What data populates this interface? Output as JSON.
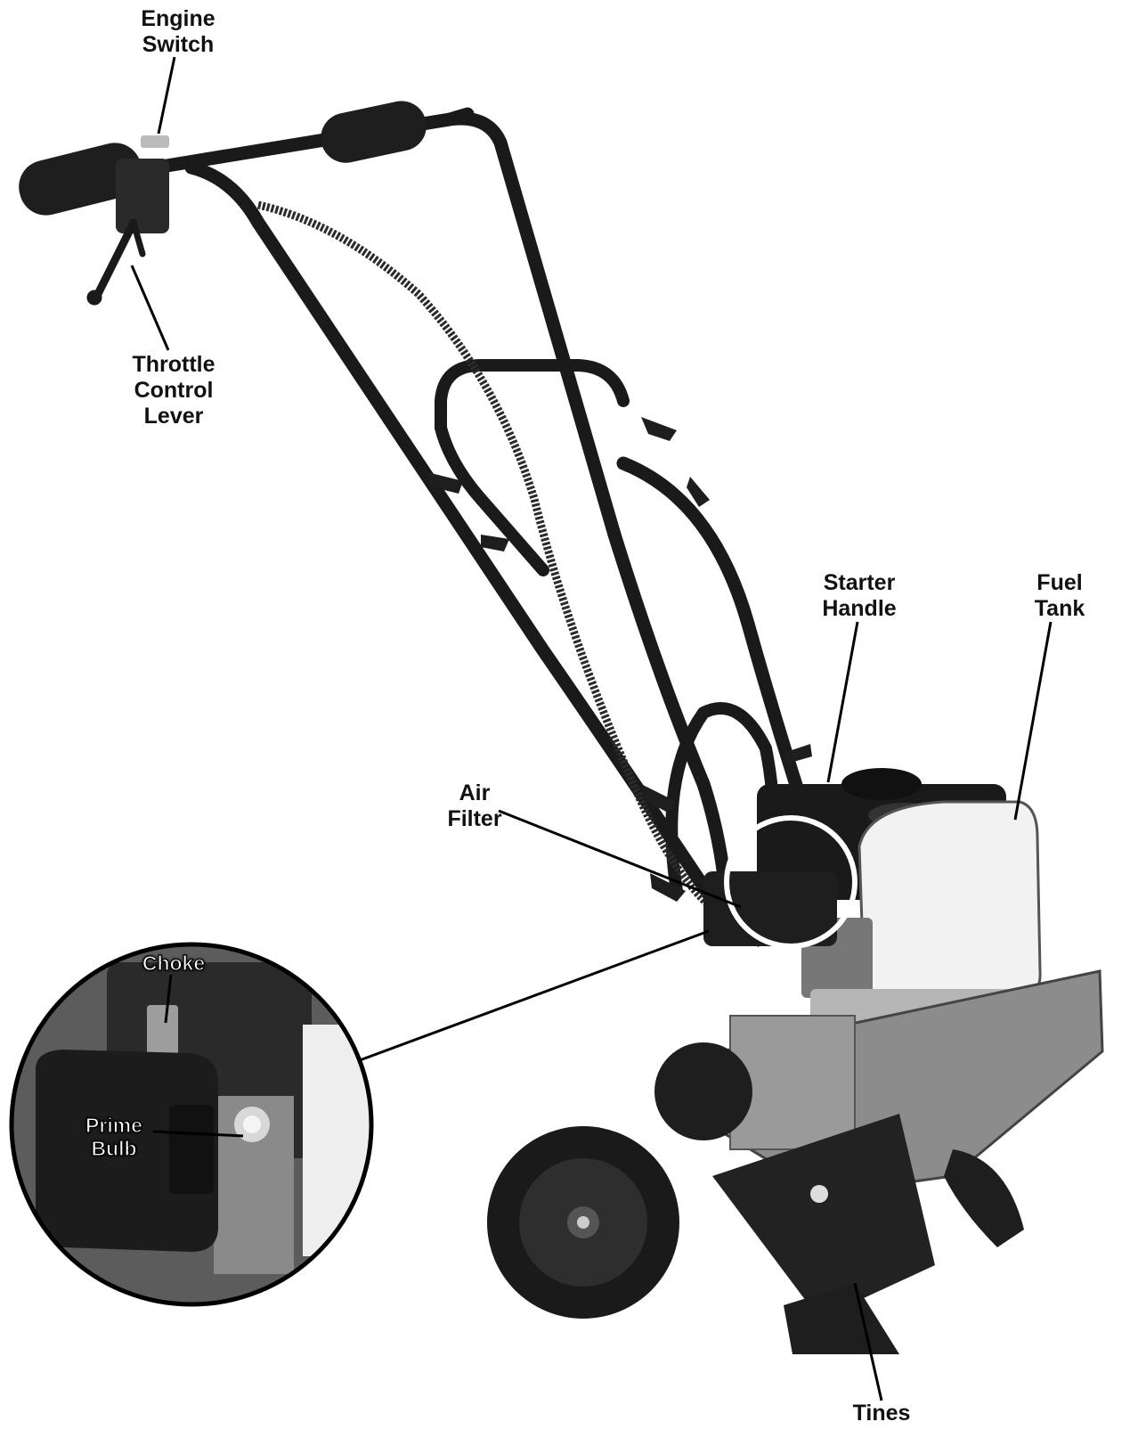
{
  "labels": {
    "engine_switch": [
      "Engine",
      "Switch"
    ],
    "throttle_control_lever": [
      "Throttle",
      "Control",
      "Lever"
    ],
    "starter_handle": [
      "Starter",
      "Handle"
    ],
    "fuel_tank": [
      "Fuel",
      "Tank"
    ],
    "air_filter": [
      "Air",
      "Filter"
    ],
    "choke": [
      "Choke"
    ],
    "prime_bulb": [
      "Prime",
      "Bulb"
    ],
    "tines": [
      "Tines"
    ]
  },
  "colors": {
    "ink": "#111111",
    "frame_black": "#1a1a1a",
    "metal_gray": "#8c8c8c",
    "tank_white": "#f2f2f2",
    "background": "#ffffff"
  }
}
